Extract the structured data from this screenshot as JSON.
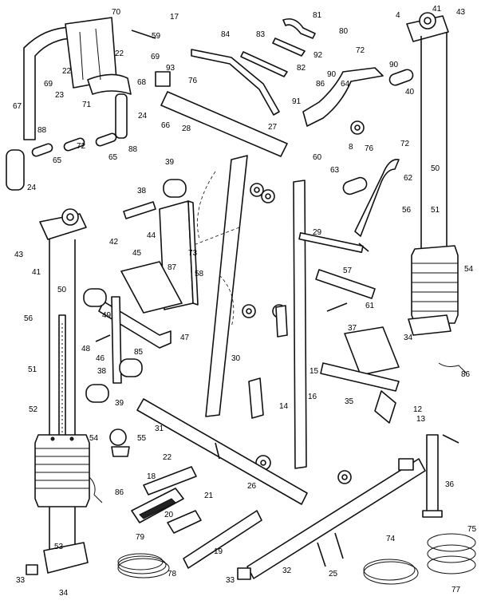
{
  "diagram": {
    "labels": [
      {
        "id": "70",
        "text": "70"
      },
      {
        "id": "17a",
        "text": "17"
      },
      {
        "id": "59",
        "text": "59"
      },
      {
        "id": "22a",
        "text": "22"
      },
      {
        "id": "69a",
        "text": "69"
      },
      {
        "id": "22b",
        "text": "22"
      },
      {
        "id": "69b",
        "text": "69"
      },
      {
        "id": "71",
        "text": "71"
      },
      {
        "id": "68",
        "text": "68"
      },
      {
        "id": "67",
        "text": "67"
      },
      {
        "id": "23",
        "text": "23"
      },
      {
        "id": "24a",
        "text": "24"
      },
      {
        "id": "88a",
        "text": "88"
      },
      {
        "id": "72a",
        "text": "72"
      },
      {
        "id": "65a",
        "text": "65"
      },
      {
        "id": "65b",
        "text": "65"
      },
      {
        "id": "88b",
        "text": "88"
      },
      {
        "id": "24b",
        "text": "24"
      },
      {
        "id": "84",
        "text": "84"
      },
      {
        "id": "83",
        "text": "83"
      },
      {
        "id": "82",
        "text": "82"
      },
      {
        "id": "81",
        "text": "81"
      },
      {
        "id": "80",
        "text": "80"
      },
      {
        "id": "92",
        "text": "92"
      },
      {
        "id": "93",
        "text": "93"
      },
      {
        "id": "76a",
        "text": "76"
      },
      {
        "id": "66a",
        "text": "66"
      },
      {
        "id": "28",
        "text": "28"
      },
      {
        "id": "27",
        "text": "27"
      },
      {
        "id": "91",
        "text": "91"
      },
      {
        "id": "86a",
        "text": "86"
      },
      {
        "id": "64",
        "text": "64"
      },
      {
        "id": "72b",
        "text": "72"
      },
      {
        "id": "90a",
        "text": "90"
      },
      {
        "id": "8a",
        "text": "8"
      },
      {
        "id": "76b",
        "text": "76"
      },
      {
        "id": "60",
        "text": "60"
      },
      {
        "id": "72c",
        "text": "72"
      },
      {
        "id": "4a",
        "text": "4"
      },
      {
        "id": "41a",
        "text": "41"
      },
      {
        "id": "43a",
        "text": "43"
      },
      {
        "id": "90b",
        "text": "90"
      },
      {
        "id": "39a",
        "text": "39"
      },
      {
        "id": "38",
        "text": "38"
      },
      {
        "id": "44",
        "text": "44"
      },
      {
        "id": "45",
        "text": "45"
      },
      {
        "id": "87",
        "text": "87"
      },
      {
        "id": "58",
        "text": "58"
      },
      {
        "id": "73",
        "text": "73"
      },
      {
        "id": "42",
        "text": "42"
      },
      {
        "id": "43b",
        "text": "43"
      },
      {
        "id": "41b",
        "text": "41"
      },
      {
        "id": "50a",
        "text": "50"
      },
      {
        "id": "56a",
        "text": "56"
      },
      {
        "id": "48",
        "text": "48"
      },
      {
        "id": "49",
        "text": "49"
      },
      {
        "id": "46",
        "text": "46"
      },
      {
        "id": "47",
        "text": "47"
      },
      {
        "id": "85",
        "text": "85"
      },
      {
        "id": "51a",
        "text": "51"
      },
      {
        "id": "38b",
        "text": "38"
      },
      {
        "id": "39b",
        "text": "39"
      },
      {
        "id": "52",
        "text": "52"
      },
      {
        "id": "54a",
        "text": "54"
      },
      {
        "id": "55",
        "text": "55"
      },
      {
        "id": "86b",
        "text": "86"
      },
      {
        "id": "53",
        "text": "53"
      },
      {
        "id": "34a",
        "text": "34"
      },
      {
        "id": "33a",
        "text": "33"
      },
      {
        "id": "30",
        "text": "30"
      },
      {
        "id": "31",
        "text": "31"
      },
      {
        "id": "22c",
        "text": "22"
      },
      {
        "id": "18",
        "text": "18"
      },
      {
        "id": "20",
        "text": "20"
      },
      {
        "id": "21",
        "text": "21"
      },
      {
        "id": "79",
        "text": "79"
      },
      {
        "id": "78",
        "text": "78"
      },
      {
        "id": "19",
        "text": "19"
      },
      {
        "id": "33b",
        "text": "33"
      },
      {
        "id": "32",
        "text": "32"
      },
      {
        "id": "25",
        "text": "25"
      },
      {
        "id": "29",
        "text": "29"
      },
      {
        "id": "57",
        "text": "57"
      },
      {
        "id": "61",
        "text": "61"
      },
      {
        "id": "63",
        "text": "63"
      },
      {
        "id": "62",
        "text": "62"
      },
      {
        "id": "37",
        "text": "37"
      },
      {
        "id": "35",
        "text": "35"
      },
      {
        "id": "36",
        "text": "36"
      },
      {
        "id": "14",
        "text": "14"
      },
      {
        "id": "15",
        "text": "15"
      },
      {
        "id": "16",
        "text": "16"
      },
      {
        "id": "13",
        "text": "13"
      },
      {
        "id": "12",
        "text": "12"
      },
      {
        "id": "50b",
        "text": "50"
      },
      {
        "id": "54b",
        "text": "54"
      },
      {
        "id": "51b",
        "text": "51"
      },
      {
        "id": "56b",
        "text": "56"
      },
      {
        "id": "34b",
        "text": "34"
      },
      {
        "id": "86c",
        "text": "86"
      },
      {
        "id": "74",
        "text": "74"
      },
      {
        "id": "75",
        "text": "75"
      },
      {
        "id": "77",
        "text": "77"
      },
      {
        "id": "26",
        "text": "26"
      },
      {
        "id": "40",
        "text": "40"
      }
    ]
  }
}
